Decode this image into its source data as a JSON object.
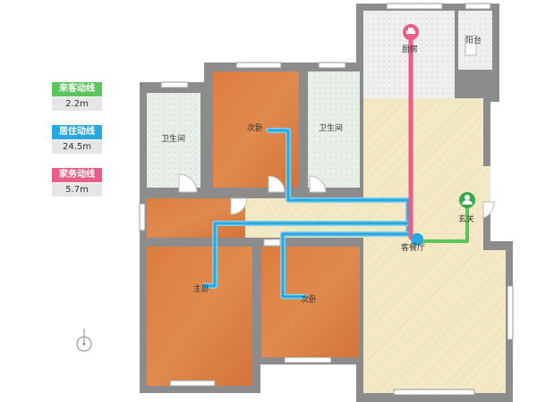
{
  "legend": [
    {
      "label": "来客动线",
      "value": "2.2m",
      "color": "#5cc45c"
    },
    {
      "label": "居住动线",
      "value": "24.5m",
      "color": "#29a8df"
    },
    {
      "label": "家务动线",
      "value": "5.7m",
      "color": "#ea5d86"
    }
  ],
  "rooms": {
    "kitchen": "厨房",
    "balcony": "阳台",
    "bath_left": "卫生间",
    "bath_right": "卫生间",
    "bedroom_top": "次卧",
    "master": "主卧",
    "bedroom_bottom": "次卧",
    "living": "客餐厅",
    "entrance": "玄关"
  },
  "colors": {
    "wall": "#8c8c8c",
    "bedroom_floor": "#d9793e",
    "living_floor": "#f3e8c4",
    "tile_floor": "#e5ece6",
    "living_route": "#29a8df",
    "chore_route": "#ea5d86",
    "guest_route": "#5cc45c"
  }
}
